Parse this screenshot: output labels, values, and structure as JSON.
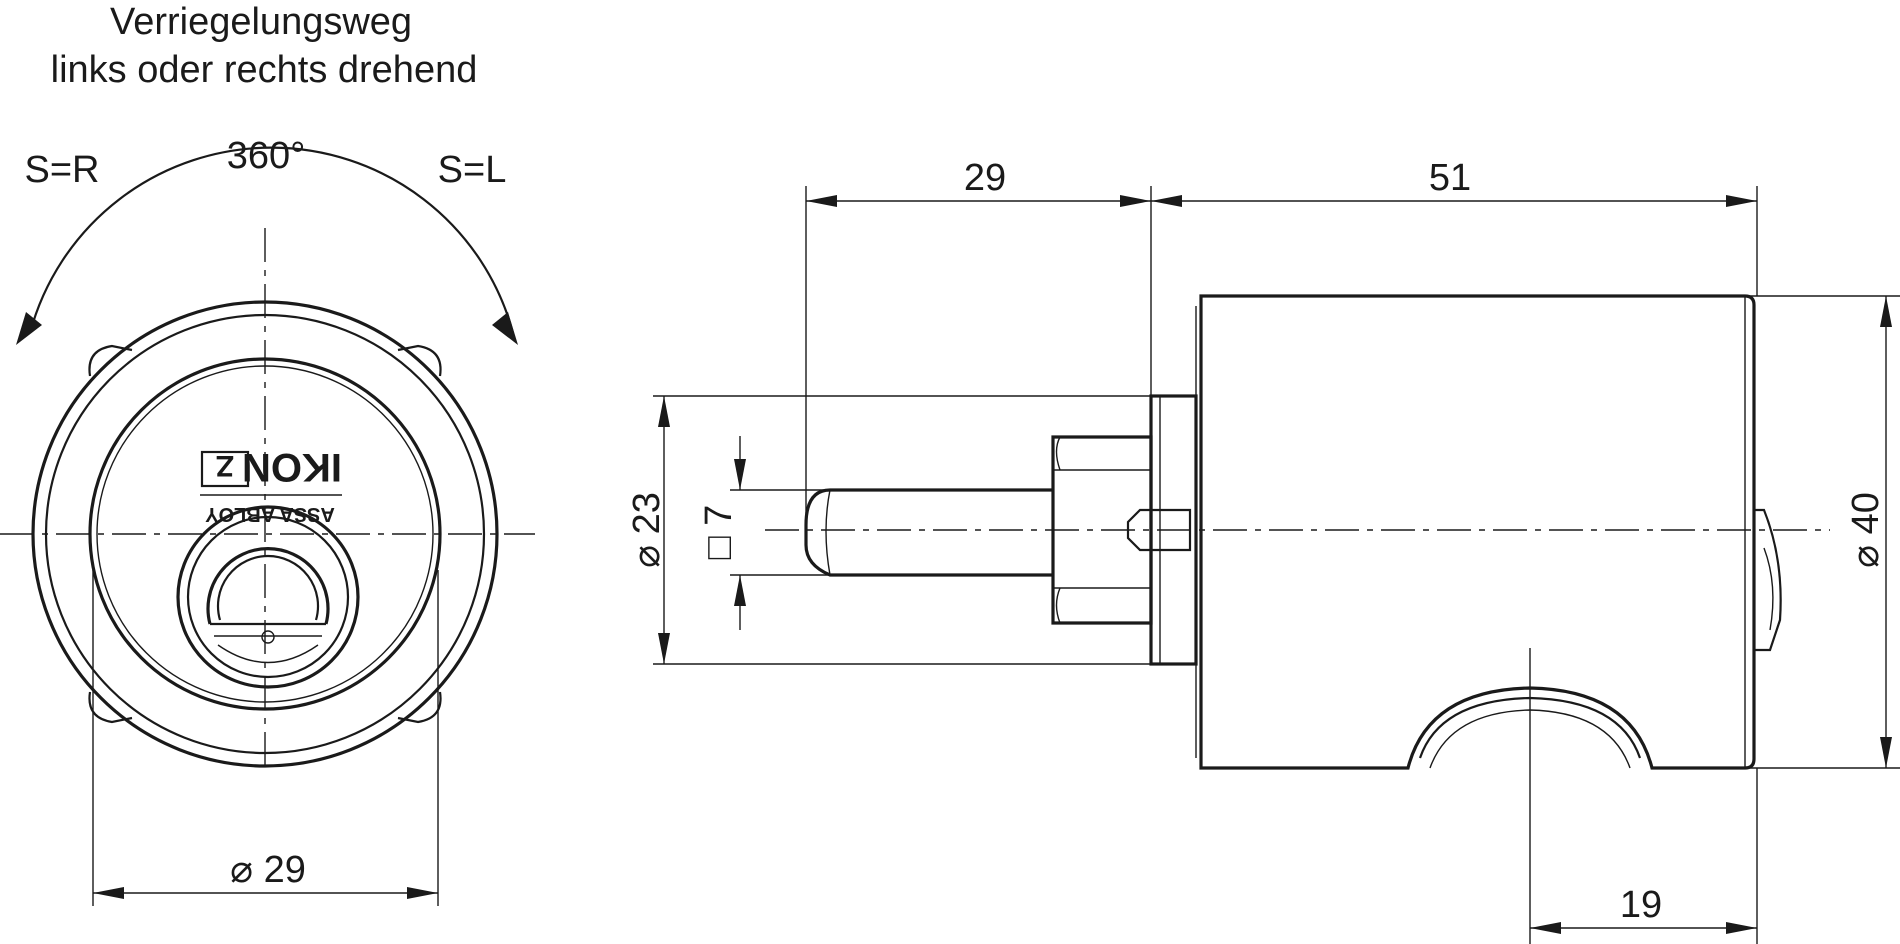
{
  "labels": {
    "locking_line1": "Verriegelungsweg",
    "locking_line2": "links oder rechts drehend",
    "rotation_angle": "360°",
    "direction_right": "S=R",
    "direction_left": "S=L"
  },
  "front_view": {
    "logo_brand": "IKON",
    "logo_badge": "Z",
    "logo_maker": "ASSA ABLOY",
    "dim_diameter": "⌀ 29"
  },
  "side_view": {
    "dim_top_left": "29",
    "dim_top_right": "51",
    "dim_left_diameter": "⌀ 23",
    "dim_square": "□ 7",
    "dim_right_diameter": "⌀ 40",
    "dim_bottom": "19"
  }
}
